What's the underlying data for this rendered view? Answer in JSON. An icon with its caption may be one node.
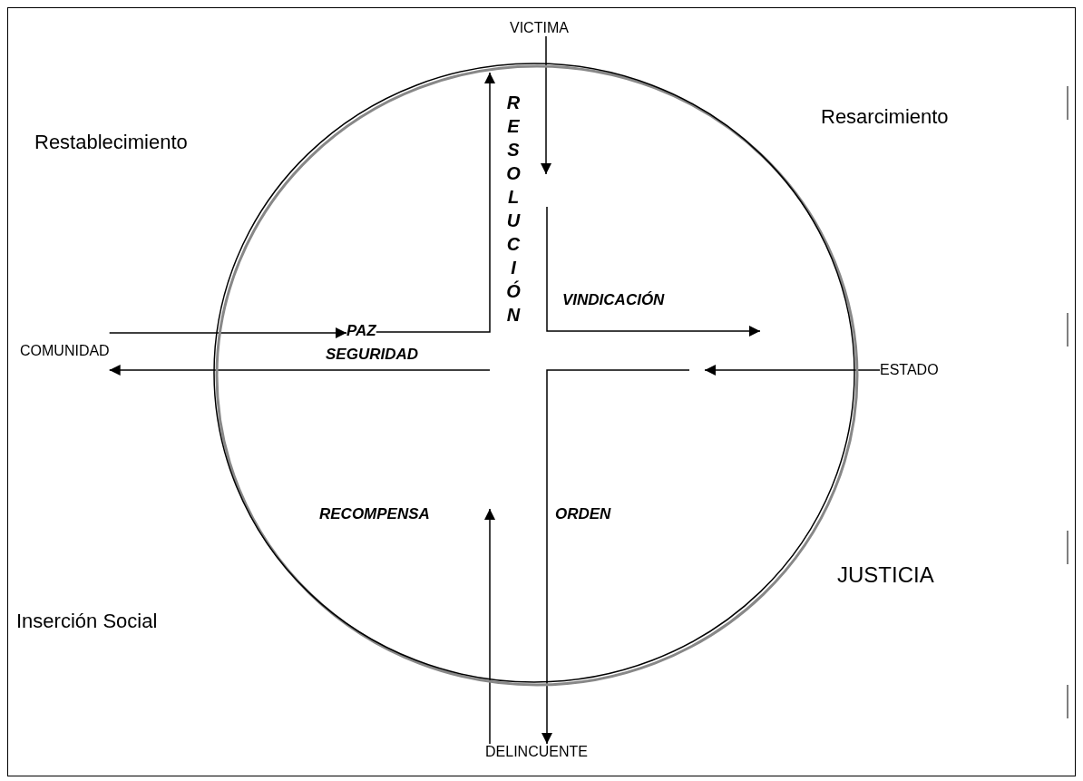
{
  "diagram": {
    "nodes": [
      {
        "text": [],
        "shape": "circle"
      },
      {
        "text": [
          "VICTIMA"
        ]
      },
      {
        "text": [
          "COMUNIDAD"
        ]
      },
      {
        "text": [
          "ESTADO"
        ]
      },
      {
        "text": [
          "DELINCUENTE"
        ]
      },
      {
        "text": [
          "RESOLUCIÓN"
        ],
        "in": 0
      },
      {
        "text": [
          "PAZ"
        ],
        "in": 0
      }
    ],
    "edges": [
      {
        "from": 1,
        "to": 5,
        "arrow": "to"
      },
      {
        "from": 6,
        "to": null,
        "arrow": "to"
      },
      {
        "from": 5,
        "to": null,
        "arrow": "to",
        "label": "VINDICACIÓN"
      },
      {
        "from": 2,
        "to": 6,
        "arrow": "to"
      },
      {
        "from": null,
        "to": 2,
        "arrow": "to",
        "label": "SEGURIDAD"
      },
      {
        "from": 3,
        "to": null,
        "arrow": "to"
      },
      {
        "from": null,
        "to": 4,
        "arrow": "to",
        "label": "ORDEN"
      },
      {
        "from": 4,
        "to": null,
        "arrow": "to",
        "label": "RECOMPENSA"
      }
    ],
    "labels": [
      "Restablecimiento",
      "Resarcimiento",
      "JUSTICIA",
      "Inserción Social"
    ]
  }
}
